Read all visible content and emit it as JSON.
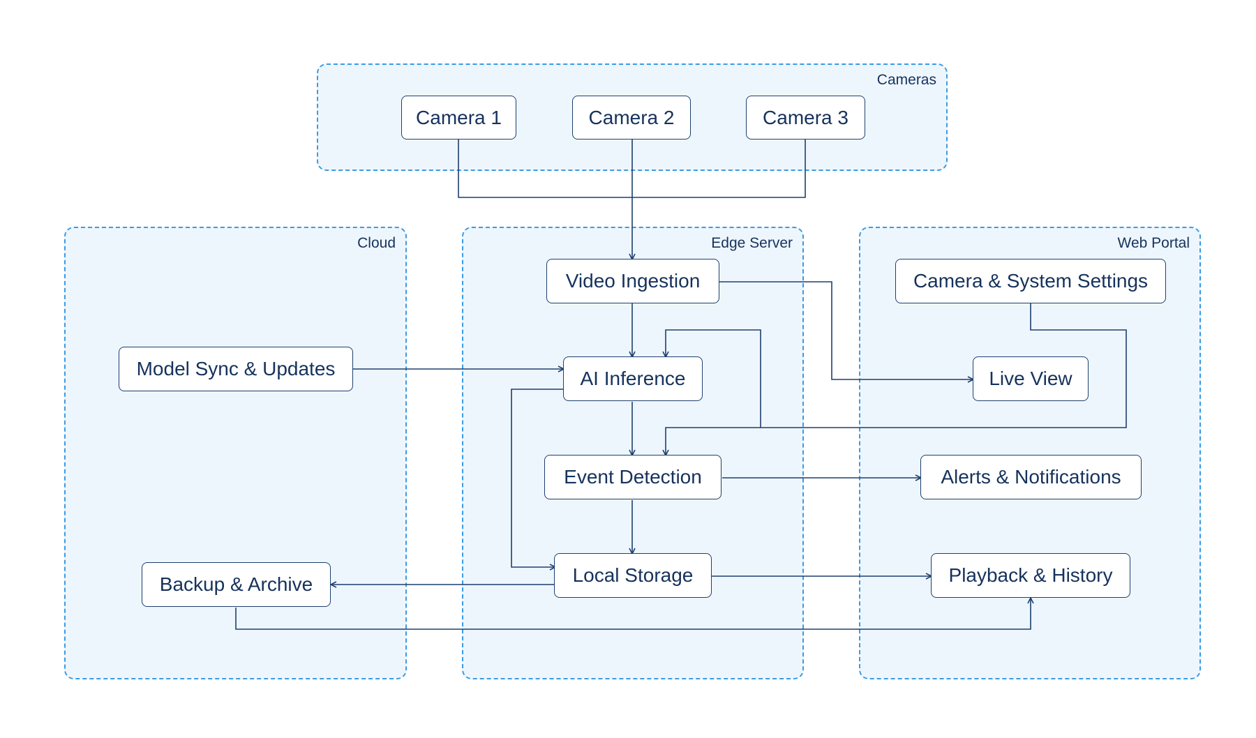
{
  "colors": {
    "group_border": "#3b9be3",
    "group_fill": "#eef6fd",
    "node_border": "#1d3f6e",
    "node_fill": "#ffffff",
    "text": "#16325c",
    "edge": "#1d3f6e"
  },
  "groups": {
    "cameras": "Cameras",
    "cloud": "Cloud",
    "edge_server": "Edge Server",
    "web_portal": "Web Portal"
  },
  "nodes": {
    "camera1": "Camera 1",
    "camera2": "Camera 2",
    "camera3": "Camera 3",
    "video_ingestion": "Video Ingestion",
    "ai_inference": "AI Inference",
    "event_detection": "Event Detection",
    "local_storage": "Local Storage",
    "model_sync": "Model Sync & Updates",
    "backup_archive": "Backup & Archive",
    "settings": "Camera & System Settings",
    "live_view": "Live View",
    "alerts": "Alerts & Notifications",
    "playback": "Playback & History"
  },
  "edges": [
    {
      "from": "Camera 1",
      "to": "Video Ingestion"
    },
    {
      "from": "Camera 2",
      "to": "Video Ingestion"
    },
    {
      "from": "Camera 3",
      "to": "Video Ingestion"
    },
    {
      "from": "Video Ingestion",
      "to": "AI Inference"
    },
    {
      "from": "Video Ingestion",
      "to": "Live View"
    },
    {
      "from": "Model Sync & Updates",
      "to": "AI Inference"
    },
    {
      "from": "AI Inference",
      "to": "Event Detection"
    },
    {
      "from": "AI Inference",
      "to": "Local Storage"
    },
    {
      "from": "Camera & System Settings",
      "to": "AI Inference"
    },
    {
      "from": "Camera & System Settings",
      "to": "Event Detection"
    },
    {
      "from": "Event Detection",
      "to": "Local Storage"
    },
    {
      "from": "Event Detection",
      "to": "Alerts & Notifications"
    },
    {
      "from": "Local Storage",
      "to": "Backup & Archive"
    },
    {
      "from": "Local Storage",
      "to": "Playback & History"
    },
    {
      "from": "Backup & Archive",
      "to": "Playback & History"
    }
  ]
}
